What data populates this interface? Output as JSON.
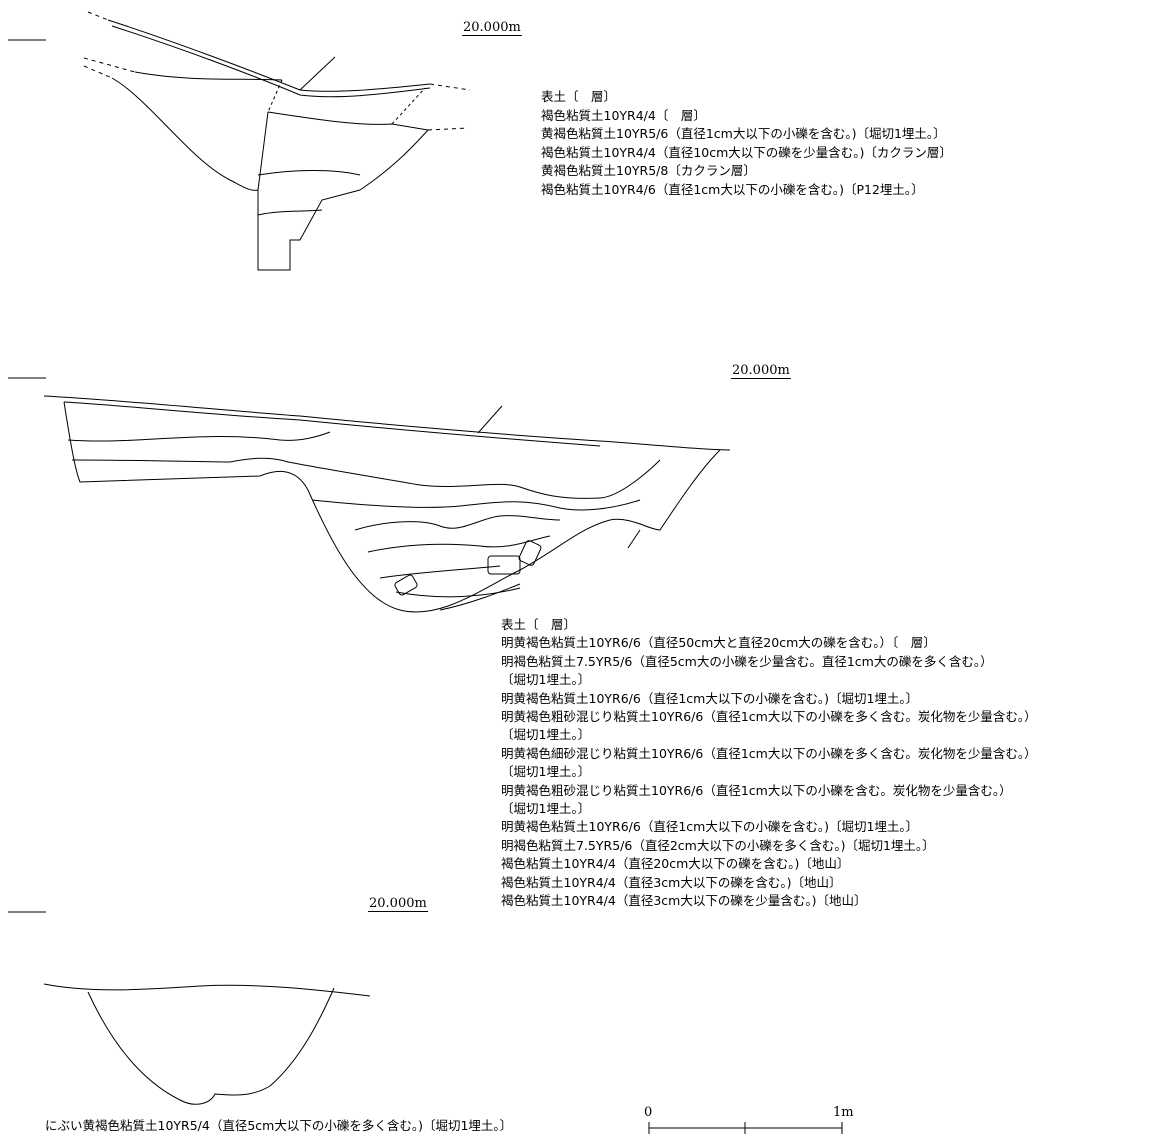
{
  "section1": {
    "elevation": "20.000m",
    "layers": [
      "表土〔　層〕",
      "褐色粘質土10YR4/4〔　層〕",
      "黄褐色粘質土10YR5/6（直径1cm大以下の小礫を含む。)〔堀切1埋土。〕",
      "褐色粘質土10YR4/4（直径10cm大以下の礫を少量含む。)〔カクラン層〕",
      "黄褐色粘質土10YR5/8〔カクラン層〕",
      "褐色粘質土10YR4/6（直径1cm大以下の小礫を含む。)〔P12埋土。〕"
    ]
  },
  "section2": {
    "elevation": "20.000m",
    "layers": [
      "表土〔　層〕",
      "明黄褐色粘質土10YR6/6（直径50cm大と直径20cm大の礫を含む。）〔　層〕",
      "明褐色粘質土7.5YR5/6（直径5cm大の小礫を少量含む。直径1cm大の礫を多く含む。）",
      "〔堀切1埋土。〕",
      "明黄褐色粘質土10YR6/6（直径1cm大以下の小礫を含む。)〔堀切1埋土。〕",
      "明黄褐色粗砂混じり粘質土10YR6/6（直径1cm大以下の小礫を多く含む。炭化物を少量含む。）",
      "〔堀切1埋土。〕",
      "明黄褐色細砂混じり粘質土10YR6/6（直径1cm大以下の小礫を多く含む。炭化物を少量含む。）",
      "〔堀切1埋土。〕",
      "明黄褐色粗砂混じり粘質土10YR6/6（直径1cm大以下の小礫を含む。炭化物を少量含む。）",
      "〔堀切1埋土。〕",
      "明黄褐色粘質土10YR6/6（直径1cm大以下の小礫を含む。)〔堀切1埋土。〕",
      "明褐色粘質土7.5YR5/6（直径2cm大以下の小礫を多く含む。)〔堀切1埋土。〕",
      "褐色粘質土10YR4/4（直径20cm大以下の礫を含む。)〔地山〕",
      "褐色粘質土10YR4/4（直径3cm大以下の礫を含む。)〔地山〕",
      "褐色粘質土10YR4/4（直径3cm大以下の礫を少量含む。)〔地山〕"
    ]
  },
  "section3": {
    "elevation": "20.000m",
    "layers": [
      "にぶい黄褐色粘質土10YR5/4（直径5cm大以下の小礫を多く含む。)〔堀切1埋土。〕"
    ]
  },
  "scale_bar": {
    "start": "0",
    "end": "1m"
  },
  "line_color": "#000000"
}
